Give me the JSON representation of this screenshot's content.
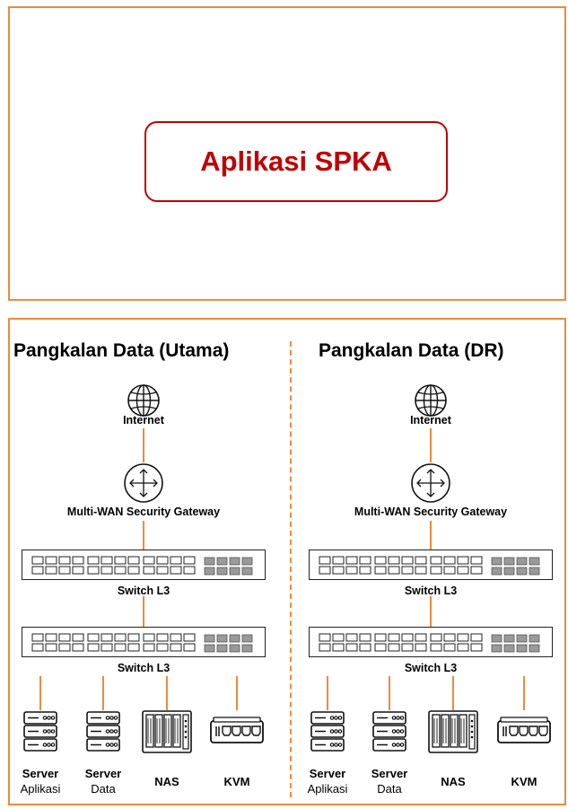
{
  "app": {
    "title": "Aplikasi SPKA"
  },
  "columns": [
    {
      "title": "Pangkalan Data (Utama)",
      "internet_label": "Internet",
      "gateway_label": "Multi-WAN Security Gateway",
      "switch1_label": "Switch L3",
      "switch2_label": "Switch L3",
      "devices": [
        {
          "name": "Server",
          "sub": "Aplikasi",
          "icon": "server-icon"
        },
        {
          "name": "Server",
          "sub": "Data",
          "icon": "server-icon"
        },
        {
          "name": "NAS",
          "sub": "",
          "icon": "nas-icon"
        },
        {
          "name": "KVM",
          "sub": "",
          "icon": "kvm-icon"
        }
      ]
    },
    {
      "title": "Pangkalan Data (DR)",
      "internet_label": "Internet",
      "gateway_label": "Multi-WAN Security Gateway",
      "switch1_label": "Switch L3",
      "switch2_label": "Switch L3",
      "devices": [
        {
          "name": "Server",
          "sub": "Aplikasi",
          "icon": "server-icon"
        },
        {
          "name": "Server",
          "sub": "Data",
          "icon": "server-icon"
        },
        {
          "name": "NAS",
          "sub": "",
          "icon": "nas-icon"
        },
        {
          "name": "KVM",
          "sub": "",
          "icon": "kvm-icon"
        }
      ]
    }
  ],
  "colors": {
    "frame": "#ee8a3c",
    "accent": "#c00000",
    "line": "#ee8a3c"
  }
}
